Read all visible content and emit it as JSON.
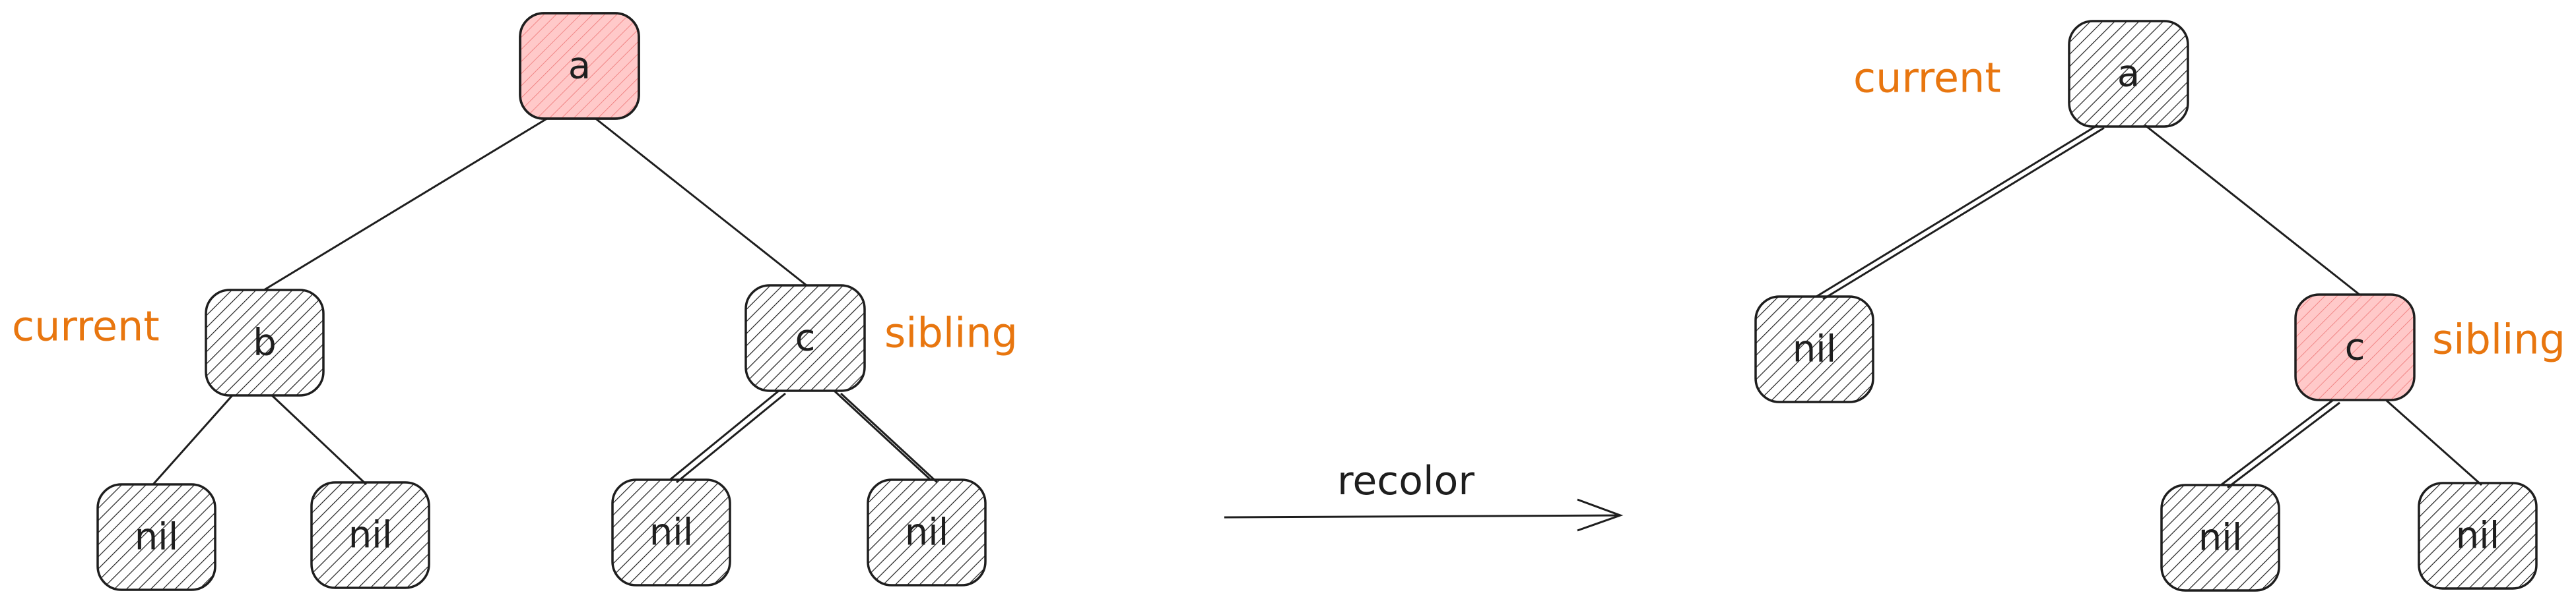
{
  "colors": {
    "black_node_hatch": "#1e1e1e",
    "red_node_fill": "#ffc9c9",
    "red_node_hatch": "#e03131",
    "annotation": "#e8760f",
    "stroke": "#1e1e1e"
  },
  "before": {
    "nodes": {
      "a": {
        "label": "a",
        "color": "red"
      },
      "b": {
        "label": "b",
        "color": "black"
      },
      "c": {
        "label": "c",
        "color": "black"
      },
      "b_left": {
        "label": "nil",
        "color": "black"
      },
      "b_right": {
        "label": "nil",
        "color": "black"
      },
      "c_left": {
        "label": "nil",
        "color": "black"
      },
      "c_right": {
        "label": "nil",
        "color": "black"
      }
    },
    "annotations": {
      "current": "current",
      "sibling": "sibling"
    }
  },
  "transition": {
    "label": "recolor"
  },
  "after": {
    "nodes": {
      "a": {
        "label": "a",
        "color": "black"
      },
      "left": {
        "label": "nil",
        "color": "black"
      },
      "c": {
        "label": "c",
        "color": "red"
      },
      "c_left": {
        "label": "nil",
        "color": "black"
      },
      "c_right": {
        "label": "nil",
        "color": "black"
      }
    },
    "annotations": {
      "current": "current",
      "sibling": "sibling"
    }
  }
}
